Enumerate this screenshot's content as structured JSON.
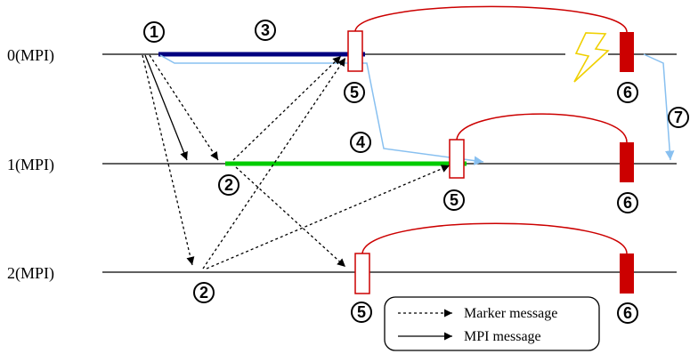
{
  "processes": {
    "p0": "0(MPI)",
    "p1": "1(MPI)",
    "p2": "2(MPI)"
  },
  "markers": {
    "m1": "1",
    "m2": "2",
    "m3": "3",
    "m4": "4",
    "m5": "5",
    "m6": "6",
    "m7": "7"
  },
  "legend": {
    "marker_message": "Marker message",
    "mpi_message": "MPI message"
  },
  "colors": {
    "timeline": "#000000",
    "p0_bar": "#000080",
    "p1_bar": "#00cc00",
    "checkpoint": "#cc0000",
    "link": "#cc0000",
    "replay": "#88c0f0",
    "lightning": "#f0d000"
  }
}
